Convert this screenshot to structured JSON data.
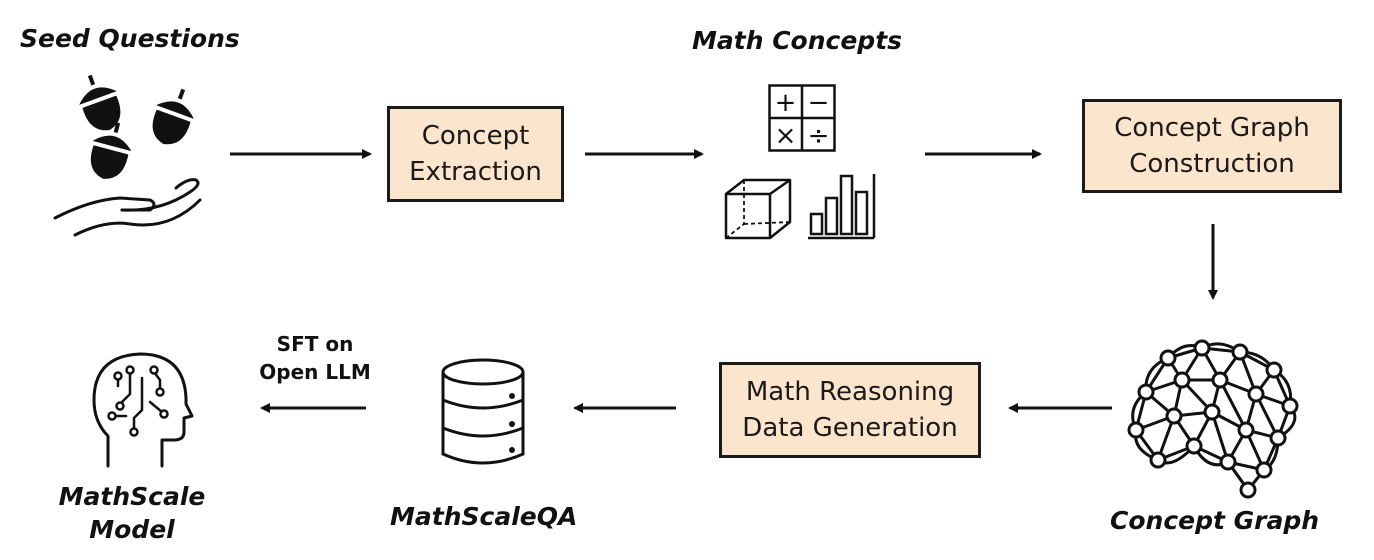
{
  "labels": {
    "seed_questions": "Seed Questions",
    "math_concepts": "Math Concepts",
    "concept_graph": "Concept Graph",
    "mathscaleqa": "MathScaleQA",
    "model_line1": "MathScale",
    "model_line2": "Model",
    "sft_line1": "SFT on",
    "sft_line2": "Open LLM"
  },
  "boxes": {
    "concept_extraction": {
      "line1": "Concept",
      "line2": "Extraction"
    },
    "graph_construction": {
      "line1": "Concept Graph",
      "line2": "Construction"
    },
    "data_generation": {
      "line1": "Math Reasoning",
      "line2": "Data Generation"
    }
  },
  "calc_symbols": {
    "plus": "+",
    "minus": "−",
    "times": "×",
    "divide": "÷"
  },
  "colors": {
    "box_fill": "#fbe5cd",
    "stroke": "#1a1a1a"
  }
}
